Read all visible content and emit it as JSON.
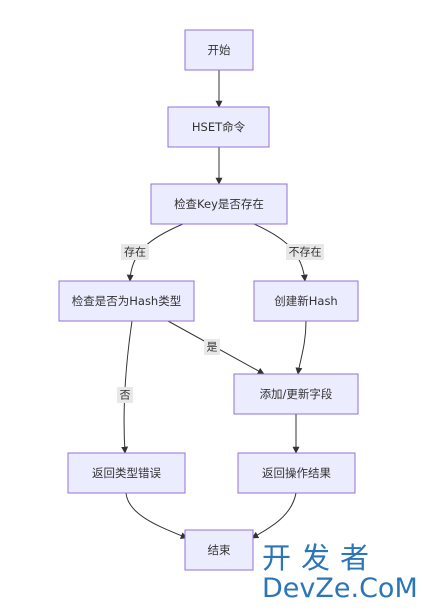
{
  "diagram": {
    "nodes": [
      {
        "id": "start",
        "label": "开始"
      },
      {
        "id": "hset",
        "label": "HSET命令"
      },
      {
        "id": "check_key",
        "label": "检查Key是否存在"
      },
      {
        "id": "check_hash",
        "label": "检查是否为Hash类型"
      },
      {
        "id": "create_hash",
        "label": "创建新Hash"
      },
      {
        "id": "add_update",
        "label": "添加/更新字段"
      },
      {
        "id": "type_error",
        "label": "返回类型错误"
      },
      {
        "id": "op_result",
        "label": "返回操作结果"
      },
      {
        "id": "end",
        "label": "结束"
      }
    ],
    "edges": [
      {
        "from": "start",
        "to": "hset",
        "label": ""
      },
      {
        "from": "hset",
        "to": "check_key",
        "label": ""
      },
      {
        "from": "check_key",
        "to": "check_hash",
        "label": "存在"
      },
      {
        "from": "check_key",
        "to": "create_hash",
        "label": "不存在"
      },
      {
        "from": "check_hash",
        "to": "add_update",
        "label": "是"
      },
      {
        "from": "create_hash",
        "to": "add_update",
        "label": ""
      },
      {
        "from": "check_hash",
        "to": "type_error",
        "label": "否"
      },
      {
        "from": "add_update",
        "to": "op_result",
        "label": ""
      },
      {
        "from": "type_error",
        "to": "end",
        "label": ""
      },
      {
        "from": "op_result",
        "to": "end",
        "label": ""
      }
    ],
    "colors": {
      "node_fill": "#ECECFF",
      "node_stroke": "#9370DB",
      "edge": "#333333",
      "label_bg": "#e8e8e8"
    }
  },
  "watermark": {
    "line1": "开发者",
    "line2": "DevZe.CoM",
    "color": "#2a76b8"
  }
}
